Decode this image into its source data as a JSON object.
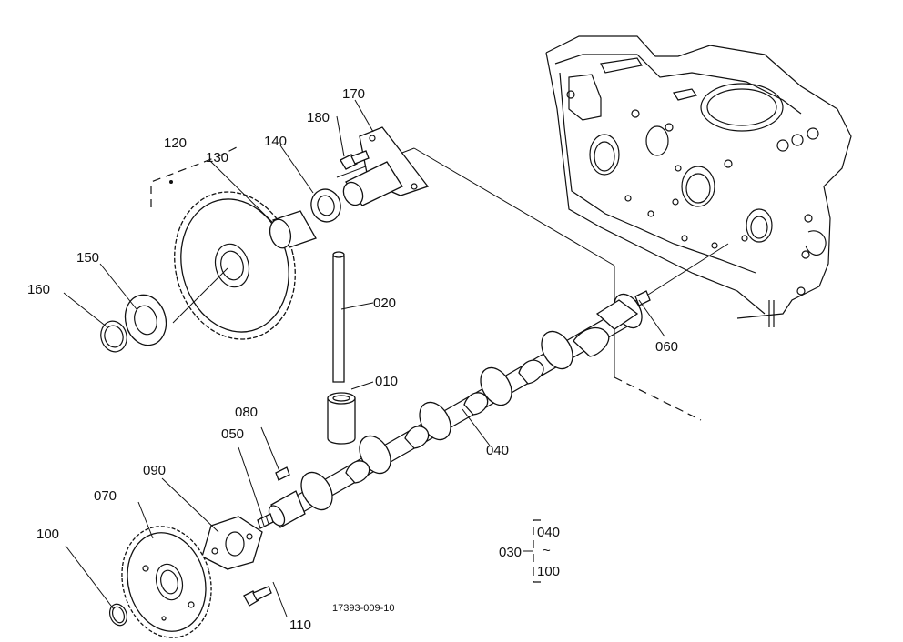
{
  "diagram": {
    "drawing_number": "17393-009-10",
    "callouts": {
      "p010": "010",
      "p020": "020",
      "p030": "030",
      "p040": "040",
      "p050": "050",
      "p060": "060",
      "p070": "070",
      "p080": "080",
      "p090": "090",
      "p100": "100",
      "p110": "110",
      "p120": "120",
      "p130": "130",
      "p140": "140",
      "p150": "150",
      "p160": "160",
      "p170": "170",
      "p180": "180"
    },
    "assembly_bracket": {
      "label": "030",
      "from": "040",
      "range_mark": "~",
      "to": "100"
    }
  }
}
